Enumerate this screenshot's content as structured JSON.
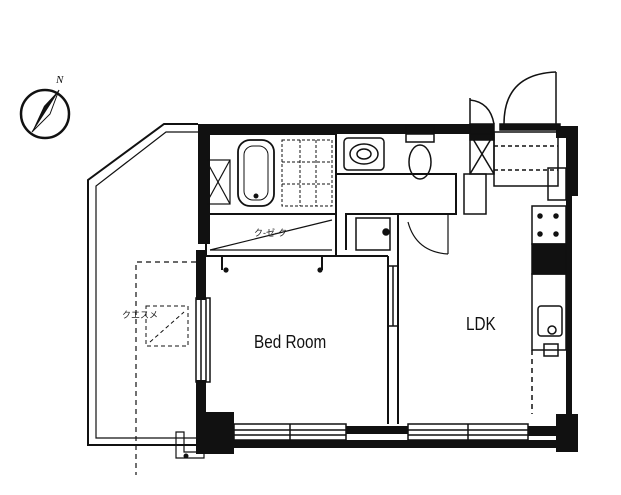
{
  "rooms": {
    "bed_room": "Bed Room",
    "ldk": "LDK"
  },
  "labels": {
    "closet": "ク-ゼ-ク",
    "balcony_unit": "クエスメ"
  },
  "compass": {
    "north": "N"
  }
}
